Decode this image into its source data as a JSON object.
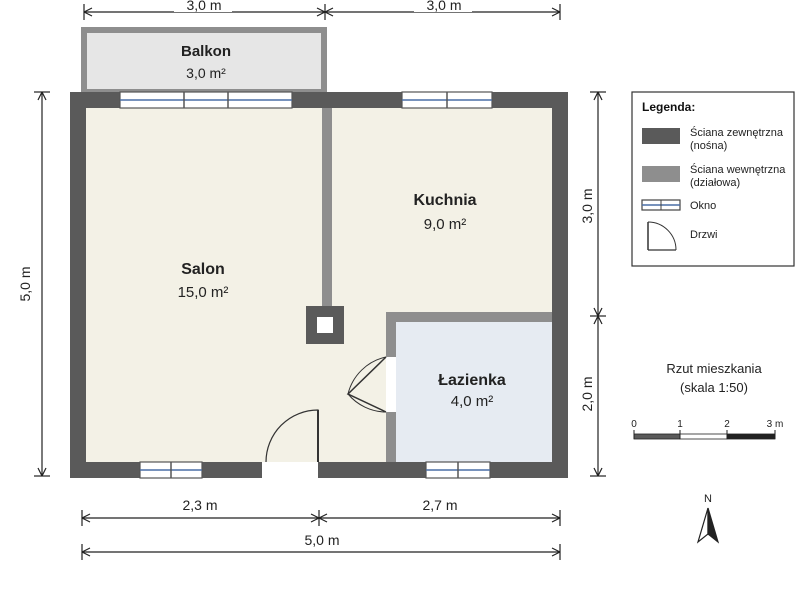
{
  "rooms": {
    "balcony": {
      "name": "Balkon",
      "area": "3,0 m²"
    },
    "salon": {
      "name": "Salon",
      "area": "15,0 m²"
    },
    "kitchen": {
      "name": "Kuchnia",
      "area": "9,0 m²"
    },
    "bathroom": {
      "name": "Łazienka",
      "area": "4,0 m²"
    }
  },
  "dimensions": {
    "top_left": "3,0 m",
    "top_right": "3,0 m",
    "left_height": "5,0 m",
    "right_upper": "3,0 m",
    "right_lower": "2,0 m",
    "bottom_left": "2,3 m",
    "bottom_right": "2,7 m",
    "bottom_total": "5,0 m"
  },
  "legend": {
    "title": "Legenda:",
    "items": [
      {
        "symbol": "exterior-wall",
        "line1": "Ściana zewnętrzna",
        "line2": "(nośna)"
      },
      {
        "symbol": "interior-wall",
        "line1": "Ściana wewnętrzna",
        "line2": "(działowa)"
      },
      {
        "symbol": "window",
        "line1": "Okno",
        "line2": ""
      },
      {
        "symbol": "door",
        "line1": "Drzwi",
        "line2": ""
      }
    ]
  },
  "plan_title": {
    "line1": "Rzut mieszkania",
    "line2": "(skala 1:50)"
  },
  "scale_bar": {
    "labels": [
      "0",
      "1",
      "2",
      "3 m"
    ]
  },
  "north": {
    "label": "N"
  },
  "colors": {
    "exterior_wall": "#5a5a5a",
    "interior_wall": "#8e8e8e",
    "room_floor": "#f3f1e6",
    "bathroom_floor": "#e6ebf2",
    "balcony_floor": "#e6e6e6"
  }
}
